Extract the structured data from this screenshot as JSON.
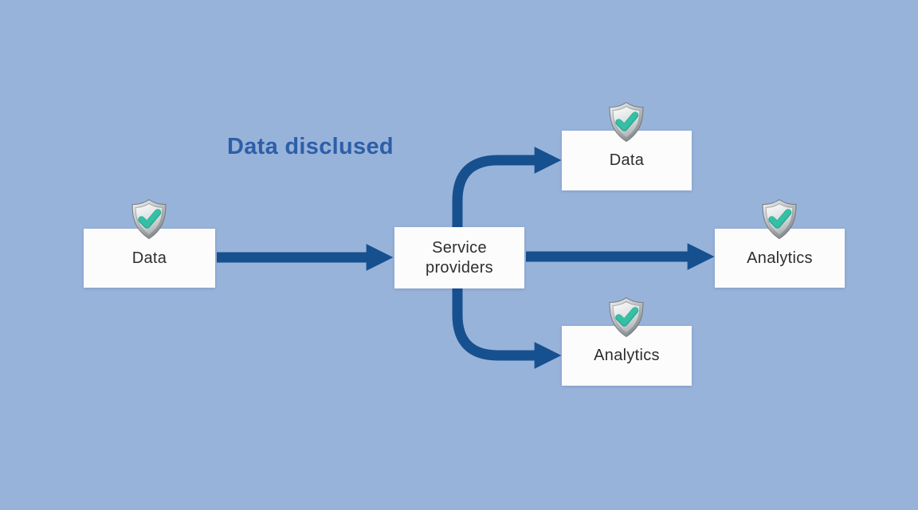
{
  "diagram": {
    "title": "Data disclused",
    "nodes": {
      "source": {
        "label": "Data",
        "shield": true
      },
      "hub": {
        "label": "Service providers",
        "shield": false
      },
      "branch_top": {
        "label": "Data",
        "shield": true
      },
      "branch_right": {
        "label": "Analytics",
        "shield": true
      },
      "branch_bottom": {
        "label": "Analytics",
        "shield": true
      }
    },
    "edges": [
      {
        "from": "source",
        "to": "hub"
      },
      {
        "from": "hub",
        "to": "branch_top"
      },
      {
        "from": "hub",
        "to": "branch_right"
      },
      {
        "from": "hub",
        "to": "branch_bottom"
      }
    ],
    "colors": {
      "background": "#98b3da",
      "arrow": "#16508f",
      "title": "#2d5fa8",
      "box_background": "#fcfcfd",
      "box_text": "#2e2e2e",
      "check": "#35c0a6"
    }
  }
}
